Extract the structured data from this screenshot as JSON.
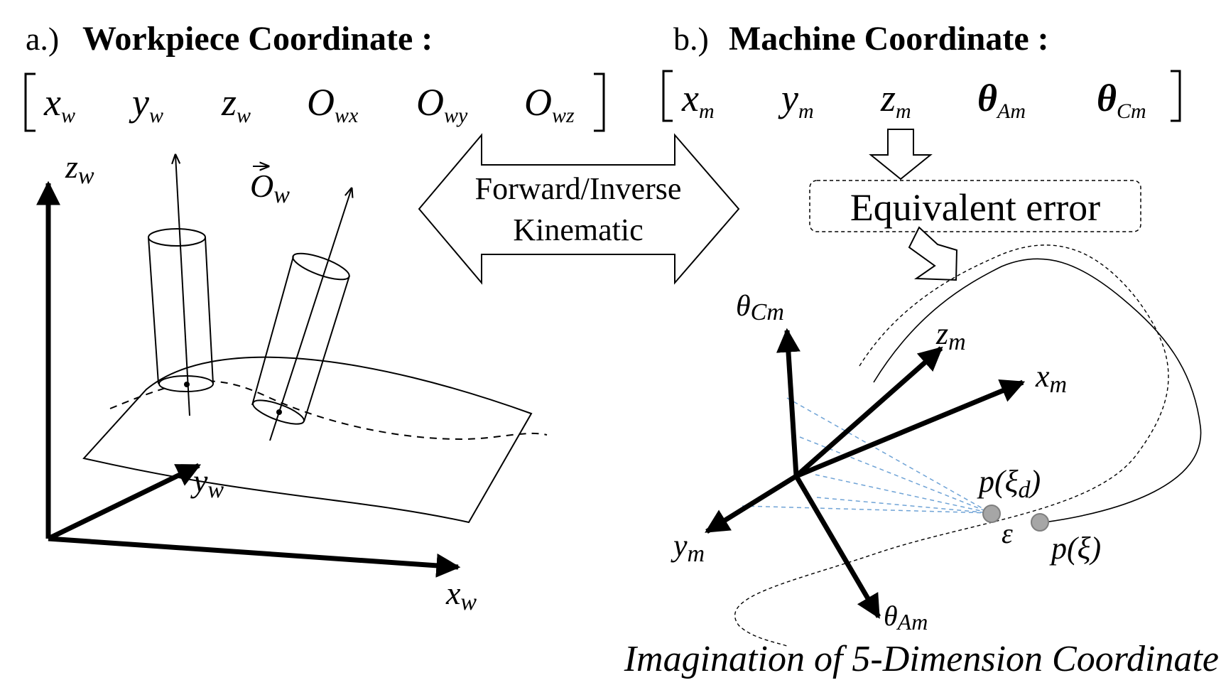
{
  "panel_a": {
    "prefix": "a.)",
    "title": "Workpiece Coordinate :",
    "vector": [
      {
        "base": "x",
        "sub": "w"
      },
      {
        "base": "y",
        "sub": "w"
      },
      {
        "base": "z",
        "sub": "w"
      },
      {
        "base": "O",
        "sub": "wx"
      },
      {
        "base": "O",
        "sub": "wy"
      },
      {
        "base": "O",
        "sub": "wz"
      }
    ],
    "axis_labels": {
      "z": {
        "base": "z",
        "sub": "w"
      },
      "y": {
        "base": "y",
        "sub": "w"
      },
      "x": {
        "base": "x",
        "sub": "w"
      },
      "orientation": {
        "base": "O",
        "sub": "w"
      }
    }
  },
  "panel_b": {
    "prefix": "b.)",
    "title": "Machine Coordinate :",
    "vector": [
      {
        "base": "x",
        "sub": "m"
      },
      {
        "base": "y",
        "sub": "m"
      },
      {
        "base": "z",
        "sub": "m"
      },
      {
        "base": "θ",
        "sub": "Am"
      },
      {
        "base": "θ",
        "sub": "Cm"
      }
    ],
    "equivalent_error": "Equivalent error",
    "axis_labels": {
      "theta_c": {
        "base": "θ",
        "sub": "Cm"
      },
      "z": {
        "base": "z",
        "sub": "m"
      },
      "x": {
        "base": "x",
        "sub": "m"
      },
      "y": {
        "base": "y",
        "sub": "m"
      },
      "theta_a": {
        "base": "θ",
        "sub": "Am"
      }
    },
    "points": {
      "desired": "p(ξ",
      "desired_sub": "d",
      "desired_close": ")",
      "actual": "p(ξ)",
      "error": "ε"
    },
    "caption": "Imagination of 5-Dimension Coordinate"
  },
  "kinematics": {
    "line1": "Forward/Inverse",
    "line2": "Kinematic"
  },
  "colors": {
    "ink": "#000000",
    "dashed_blue": "#6fa3d6",
    "point_fill": "#a6a6a6"
  }
}
